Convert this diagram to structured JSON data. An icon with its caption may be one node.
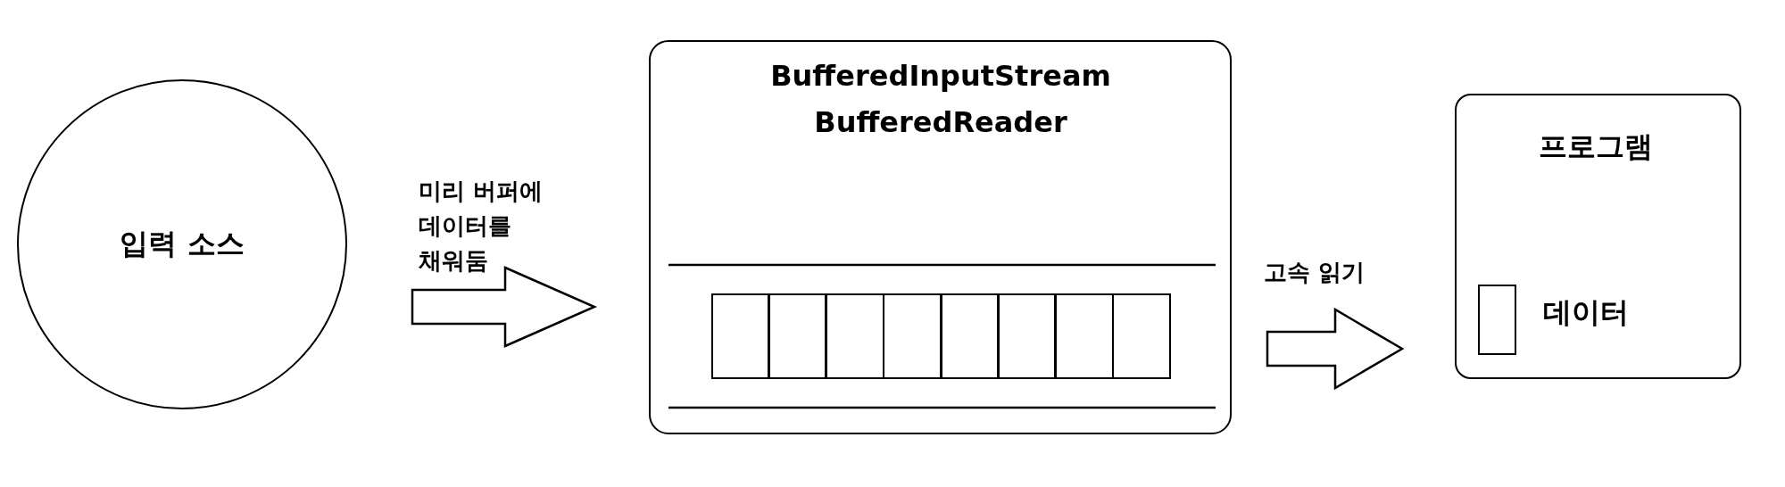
{
  "diagram": {
    "nodes": [
      {
        "text": [
          "입력 소스"
        ]
      },
      {
        "text": [
          "BufferedInputStream",
          "BufferedReader"
        ]
      },
      {
        "text": [],
        "shape": "box",
        "in": 1
      },
      {
        "text": [],
        "shape": "box",
        "in": 1
      },
      {
        "text": [],
        "shape": "box",
        "in": 1
      },
      {
        "text": [],
        "shape": "box",
        "in": 1
      },
      {
        "text": [],
        "shape": "box",
        "in": 1
      },
      {
        "text": [],
        "shape": "box",
        "in": 1
      },
      {
        "text": [],
        "shape": "box",
        "in": 1
      },
      {
        "text": [],
        "shape": "box",
        "in": 1
      },
      {
        "text": [
          "프로그램"
        ]
      },
      {
        "text": [],
        "shape": "box",
        "in": 10,
        "beside": [
          "데이터"
        ]
      }
    ],
    "edges": [
      {
        "from": 0,
        "to": 1,
        "arrow": "to",
        "label": "미리 버퍼에 데이터를 채워둠"
      },
      {
        "from": 1,
        "to": 10,
        "arrow": "to",
        "label": "고속 읽기"
      }
    ]
  }
}
